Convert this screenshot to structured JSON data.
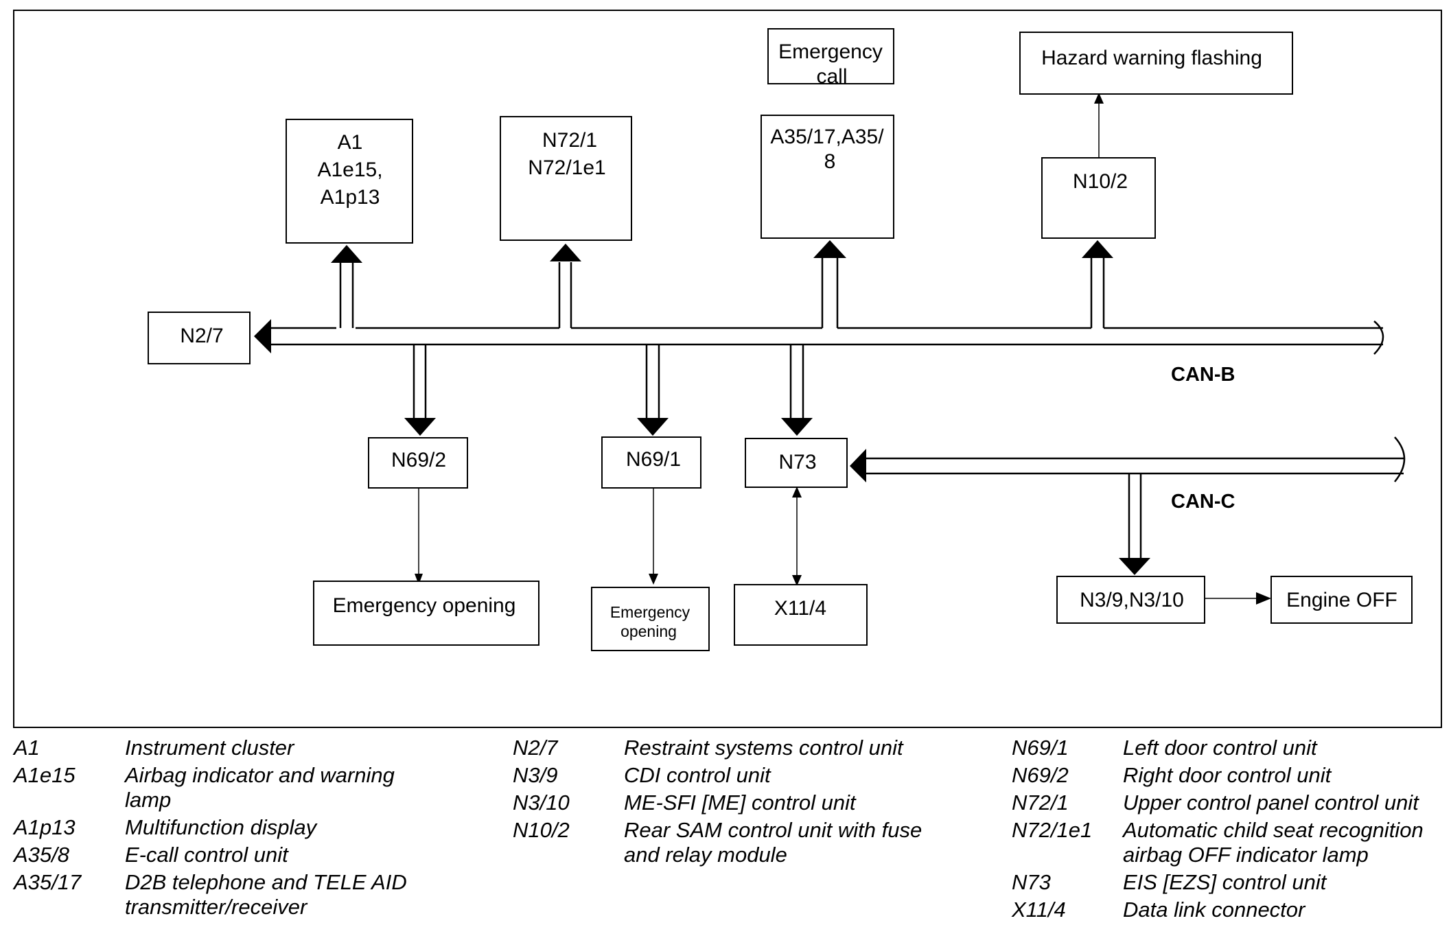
{
  "diagram": {
    "boxes": {
      "a1": [
        "A1",
        "A1e15,",
        "A1p13"
      ],
      "n72_1": [
        "N72/1",
        "N72/1e1"
      ],
      "emergency_call": [
        "Emergency",
        "call"
      ],
      "a35": [
        "A35/17,A35/",
        "8"
      ],
      "hazard": [
        "Hazard warning flashing"
      ],
      "n10_2": [
        "N10/2"
      ],
      "n2_7": [
        "N2/7"
      ],
      "n69_2": [
        "N69/2"
      ],
      "n69_1": [
        "N69/1"
      ],
      "n73": [
        "N73"
      ],
      "emergency_opening_right": [
        "Emergency opening"
      ],
      "emergency_opening_left": [
        "Emergency",
        "opening"
      ],
      "x11_4": [
        "X11/4"
      ],
      "n3": [
        "N3/9,N3/10"
      ],
      "engine_off": [
        "Engine OFF"
      ]
    },
    "bus_labels": {
      "can_b": "CAN-B",
      "can_c": "CAN-C"
    }
  },
  "legend": {
    "col1": [
      {
        "code": "A1",
        "desc": "Instrument cluster"
      },
      {
        "code": "A1e15",
        "desc": "Airbag indicator and warning lamp"
      },
      {
        "code": "A1p13",
        "desc": "Multifunction display"
      },
      {
        "code": "A35/8",
        "desc": "E-call control unit"
      },
      {
        "code": "A35/17",
        "desc": "D2B telephone and TELE AID transmitter/receiver"
      }
    ],
    "col2": [
      {
        "code": "N2/7",
        "desc": "Restraint systems control unit"
      },
      {
        "code": "N3/9",
        "desc": "CDI control unit"
      },
      {
        "code": "N3/10",
        "desc": "ME-SFI [ME] control unit"
      },
      {
        "code": "N10/2",
        "desc": "Rear SAM control unit with fuse and relay module"
      }
    ],
    "col3": [
      {
        "code": "N69/1",
        "desc": "Left door control unit"
      },
      {
        "code": "N69/2",
        "desc": "Right door control unit"
      },
      {
        "code": "N72/1",
        "desc": "Upper control panel control unit"
      },
      {
        "code": "N72/1e1",
        "desc": "Automatic child seat recognition airbag OFF indicator lamp"
      },
      {
        "code": "N73",
        "desc": "EIS [EZS] control unit"
      },
      {
        "code": "X11/4",
        "desc": "Data link connector"
      }
    ]
  }
}
